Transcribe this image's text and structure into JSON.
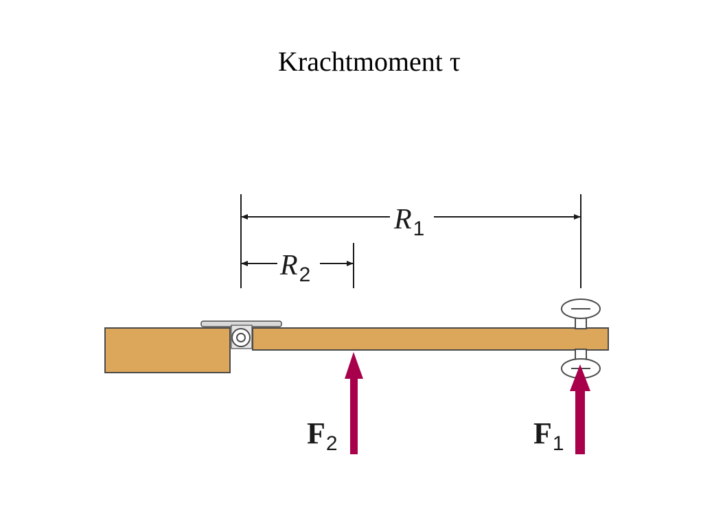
{
  "title": "Krachtmoment τ",
  "labels": {
    "r1_main": "R",
    "r1_sub": "1",
    "r2_main": "R",
    "r2_sub": "2",
    "f1_main": "F",
    "f1_sub": "1",
    "f2_main": "F",
    "f2_sub": "2"
  },
  "colors": {
    "wood": "#dca75b",
    "outline": "#4a4a4a",
    "force_arrow": "#a8004a",
    "dimension_line": "#1a1a1a"
  }
}
